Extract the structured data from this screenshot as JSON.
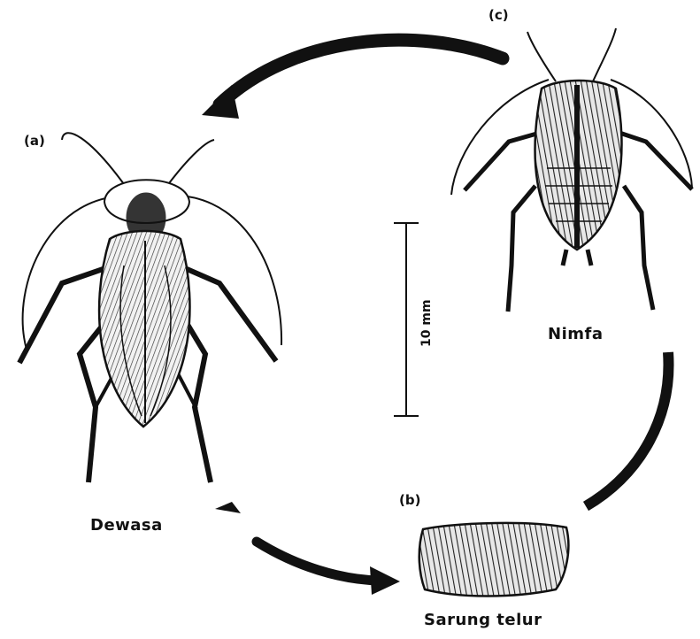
{
  "labels": {
    "a": "(a)",
    "b": "(b)",
    "c": "(c)",
    "adult": "Dewasa",
    "egg_case": "Sarung telur",
    "nymph": "Nimfa",
    "scale": "10 mm"
  },
  "colors": {
    "ink": "#111111",
    "paper": "#ffffff"
  }
}
